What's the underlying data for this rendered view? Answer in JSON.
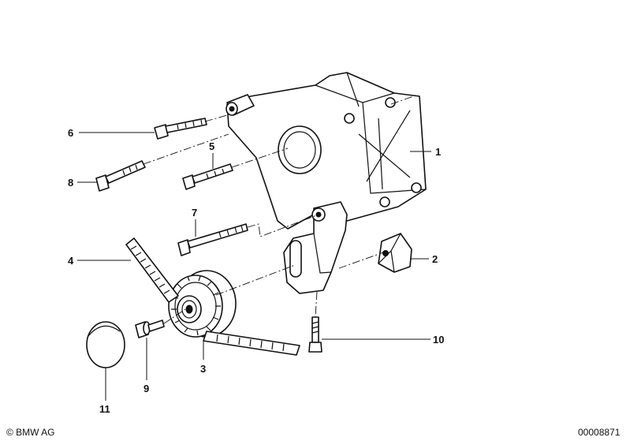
{
  "callouts": {
    "c1": "1",
    "c2": "2",
    "c3": "3",
    "c4": "4",
    "c5": "5",
    "c6": "6",
    "c7": "7",
    "c8": "8",
    "c9": "9",
    "c10": "10",
    "c11": "11"
  },
  "footer": {
    "copyright": "© BMW AG",
    "diagram_number": "00008871"
  }
}
